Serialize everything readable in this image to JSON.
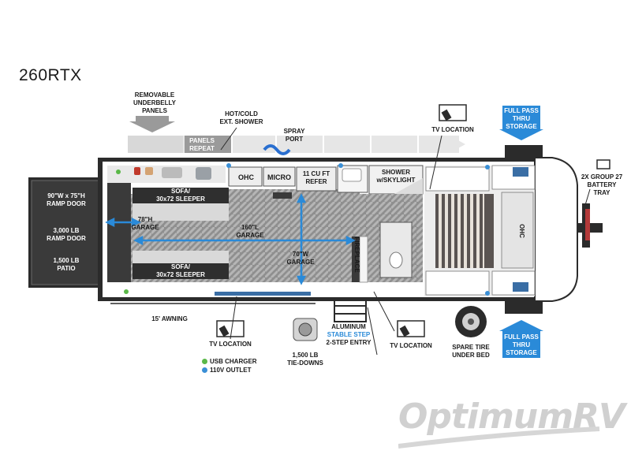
{
  "model": "260RTX",
  "labels": {
    "removable_underbelly": [
      "REMOVABLE",
      "UNDERBELLY",
      "PANELS"
    ],
    "hot_cold_shower": [
      "HOT/COLD",
      "EXT. SHOWER"
    ],
    "spray_port": [
      "SPRAY",
      "PORT"
    ],
    "panels_repeat": [
      "PANELS",
      "REPEAT"
    ],
    "ohc_top": "OHC",
    "micro": "MICRO",
    "refer": [
      "11 CU FT",
      "REFER"
    ],
    "shower": [
      "SHOWER",
      "w/SKYLIGHT"
    ],
    "tv_location_top": "TV LOCATION",
    "full_pass_top": [
      "FULL PASS",
      "THRU",
      "STORAGE"
    ],
    "battery": [
      "2X GROUP 27",
      "BATTERY",
      "TRAY"
    ],
    "ramp_door_size": [
      "90\"W x 75\"H",
      "RAMP DOOR"
    ],
    "ramp_door_lb": [
      "3,000 LB",
      "RAMP DOOR"
    ],
    "patio": [
      "1,500 LB",
      "PATIO"
    ],
    "sofa_top": [
      "SOFA/",
      "30x72 SLEEPER"
    ],
    "sofa_bottom": [
      "SOFA/",
      "30x72 SLEEPER"
    ],
    "garage_h": [
      "78\"H",
      "GARAGE"
    ],
    "garage_l": [
      "160\"L",
      "GARAGE"
    ],
    "garage_w": [
      "70\"W",
      "GARAGE"
    ],
    "fireplace": "FIREPLACE",
    "ohc_right": "OHC",
    "awning": "15' AWNING",
    "tv_location_left": "TV LOCATION",
    "tie_downs": [
      "1,500 LB",
      "TIE-DOWNS"
    ],
    "aluminum": "ALUMINUM",
    "stable_step": "STABLE STEP",
    "entry": "2-STEP ENTRY",
    "tv_location_right": "TV LOCATION",
    "spare_tire": [
      "SPARE TIRE",
      "UNDER BED"
    ],
    "full_pass_bottom": [
      "FULL PASS",
      "THRU",
      "STORAGE"
    ],
    "legend_usb": "USB CHARGER",
    "legend_110v": "110V OUTLET"
  },
  "watermark": "OptimumRV",
  "colors": {
    "accent_blue": "#2a8ad8",
    "dark": "#2b2b2b",
    "usb_green": "#5ab848",
    "outlet_blue": "#3a8fd6"
  }
}
